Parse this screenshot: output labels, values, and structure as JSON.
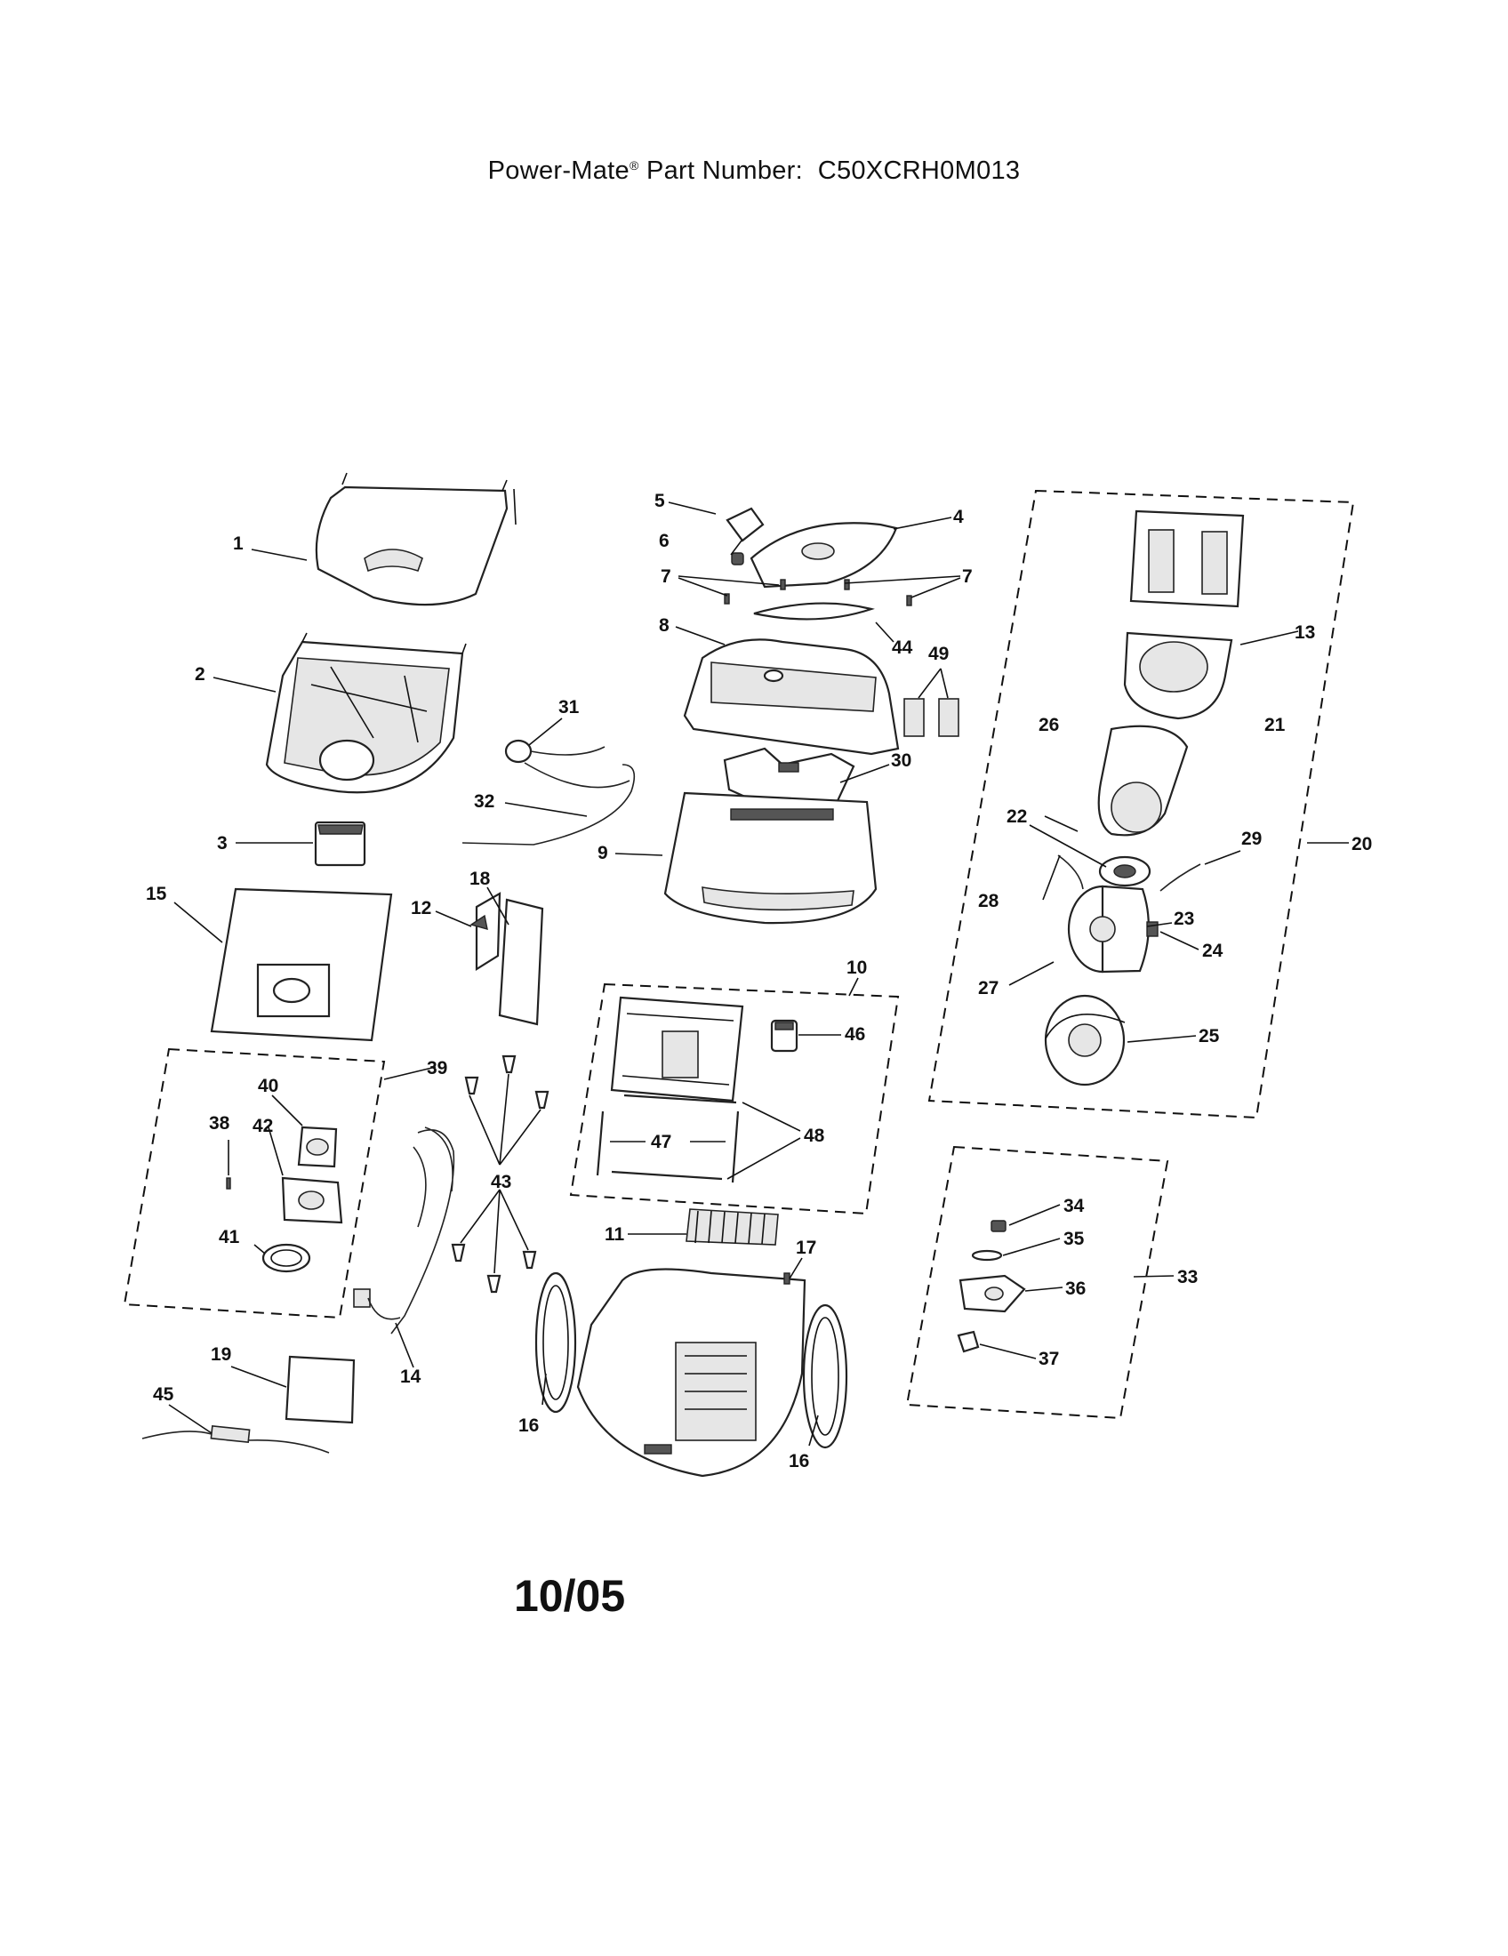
{
  "header": {
    "brand": "Power-Mate",
    "registered": "®",
    "rest": " Part Number:  C50XCRH0M013"
  },
  "footer": {
    "date": "10/05"
  },
  "callouts": {
    "c1": "1",
    "c2": "2",
    "c3": "3",
    "c4": "4",
    "c5": "5",
    "c6": "6",
    "c7a": "7",
    "c7b": "7",
    "c8": "8",
    "c9": "9",
    "c10": "10",
    "c11": "11",
    "c12": "12",
    "c13": "13",
    "c14": "14",
    "c15": "15",
    "c16a": "16",
    "c16b": "16",
    "c17": "17",
    "c18": "18",
    "c19": "19",
    "c20": "20",
    "c21": "21",
    "c22": "22",
    "c23": "23",
    "c24": "24",
    "c25": "25",
    "c26": "26",
    "c27": "27",
    "c28": "28",
    "c29": "29",
    "c30": "30",
    "c31": "31",
    "c32": "32",
    "c33": "33",
    "c34": "34",
    "c35": "35",
    "c36": "36",
    "c37": "37",
    "c38": "38",
    "c39": "39",
    "c40": "40",
    "c41": "41",
    "c42": "42",
    "c43": "43",
    "c44": "44",
    "c45": "45",
    "c46": "46",
    "c47": "47",
    "c48": "48",
    "c49": "49"
  }
}
